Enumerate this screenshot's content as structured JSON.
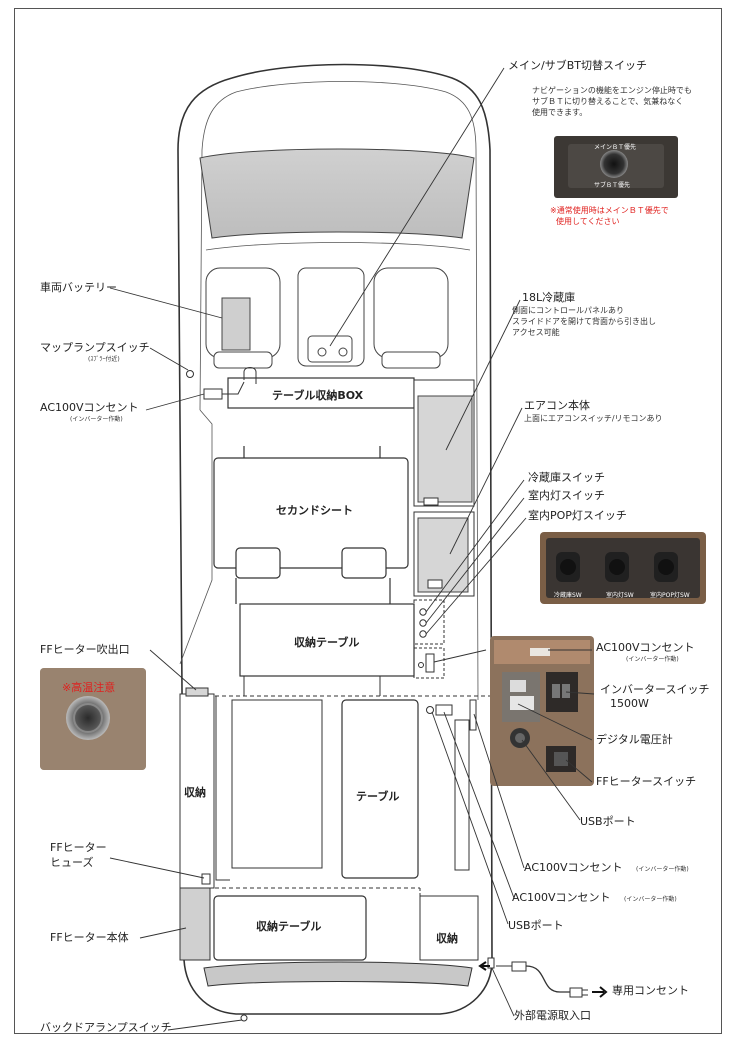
{
  "labels": {
    "main_sub_switch": "メイン/サブBT切替スイッチ",
    "main_sub_desc": [
      "ナビゲーションの機能をエンジン停止時でも",
      "サブＢＴに切り替えることで、気兼ねなく",
      "使用できます。"
    ],
    "main_sub_photo_top": "メインＢＴ優先",
    "main_sub_photo_bottom": "サブＢＴ優先",
    "main_sub_note": [
      "※通常使用時はメインＢＴ優先で",
      "使用してください"
    ],
    "vehicle_battery": "車両バッテリー",
    "map_lamp_switch": "マップランプスイッチ",
    "map_lamp_note": "(ｽﾌﾞﾗｰ付近)",
    "ac100v_front": "AC100Vコンセント",
    "ac100v_front_note": "(インバーター作動)",
    "fridge": "18L冷蔵庫",
    "fridge_desc": [
      "側面にコントロールパネルあり",
      "スライドドアを開けて背面から引き出し",
      "アクセス可能"
    ],
    "aircon": "エアコン本体",
    "aircon_desc": "上面にエアコンスイッチ/リモコンあり",
    "fridge_switch": "冷蔵庫スイッチ",
    "room_light_switch": "室内灯スイッチ",
    "pop_light_switch": "室内POP灯スイッチ",
    "switch_photo_labels": [
      "冷蔵庫SW",
      "室内灯SW",
      "室内POP灯SW"
    ],
    "ac100v_side": "AC100Vコンセント",
    "ac100v_side_note": "(インバーター作動)",
    "inverter_switch": "インバータースイッチ",
    "inverter_switch_watt": "1500W",
    "digital_voltmeter": "デジタル電圧計",
    "ff_heater_switch": "FFヒータースイッチ",
    "usb_port_panel": "USBポート",
    "ff_heater_outlet": "FFヒーター吹出口",
    "high_temp_warning": "※高温注意",
    "ff_heater_fuse": [
      "FFヒーター",
      "ヒューズ"
    ],
    "ff_heater_body": "FFヒーター本体",
    "back_door_lamp_switch": "バックドアランプスイッチ",
    "ac100v_rear_1": "AC100Vコンセント",
    "ac100v_rear_1_note": "(インバーター作動)",
    "ac100v_rear_2": "AC100Vコンセント",
    "ac100v_rear_2_note": "(インバーター作動)",
    "usb_port_rear": "USBポート",
    "dedicated_outlet": "専用コンセント",
    "external_power_inlet": "外部電源取入口"
  },
  "interior": {
    "table_box": "テーブル収納BOX",
    "second_seat": "セカンドシート",
    "storage_table_mid": "収納テーブル",
    "storage_left": "収納",
    "table": "テーブル",
    "storage_table_rear": "収納テーブル",
    "storage_right": "収納"
  }
}
